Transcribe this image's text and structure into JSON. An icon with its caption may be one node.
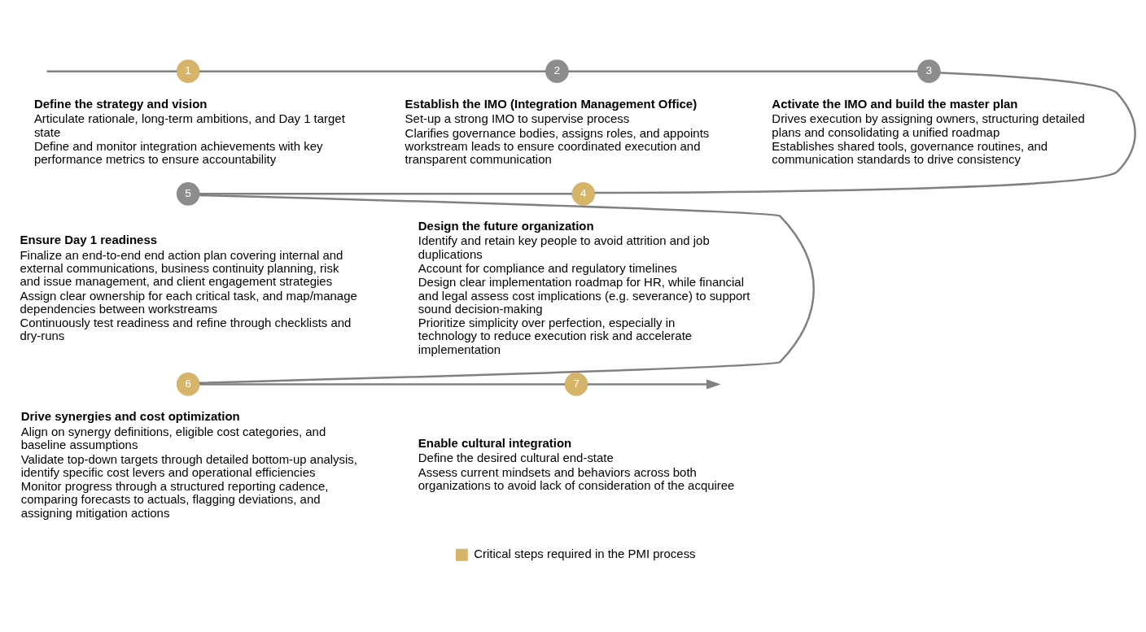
{
  "diagram": {
    "nodes": [
      {
        "text": [
          "1"
        ],
        "beside": [
          "Define the strategy and vision",
          "Articulate rationale, long-term ambitions, and Day 1 target state",
          "Define and monitor integration achievements with key performance metrics to ensure accountability"
        ]
      },
      {
        "text": [
          "2"
        ],
        "beside": [
          "Establish the IMO (Integration Management Office)",
          "Set-up a strong IMO to supervise process",
          "Clarifies governance bodies, assigns roles, and appoints workstream leads to ensure coordinated execution and transparent communication"
        ]
      },
      {
        "text": [
          "3"
        ],
        "beside": [
          "Activate the IMO and build the master plan",
          "Drives execution by assigning owners, structuring detailed plans and consolidating a unified roadmap",
          "Establishes shared tools, governance routines, and communication standards to drive consistency"
        ]
      },
      {
        "text": [
          "4"
        ],
        "beside": [
          "Design the future organization",
          "Identify and retain key people to avoid attrition and job duplications",
          "Account for compliance and regulatory timelines",
          "Design clear implementation roadmap for HR, while financial and legal assess cost implications (e.g. severance) to support sound decision-making",
          "Prioritize simplicity over perfection, especially in technology to reduce execution risk and accelerate implementation"
        ]
      },
      {
        "text": [
          "5"
        ],
        "beside": [
          "Ensure Day 1 readiness",
          "Finalize an end-to-end end action plan covering internal and external communications, business continuity planning, risk and issue management, and client engagement strategies",
          "Assign clear ownership for each critical task, and map/manage dependencies between workstreams",
          "Continuously test readiness and refine through checklists and dry-runs"
        ]
      },
      {
        "text": [
          "6"
        ],
        "beside": [
          "Drive synergies and cost optimization",
          "Align on synergy definitions, eligible cost categories, and baseline assumptions",
          "Validate top-down targets through detailed bottom-up analysis, identify specific cost levers and operational efficiencies",
          "Monitor progress through a structured reporting cadence, comparing forecasts to actuals, flagging deviations, and assigning mitigation actions"
        ]
      },
      {
        "text": [
          "7"
        ],
        "beside": [
          "Enable cultural integration",
          "Define the desired cultural end-state",
          "Assess current mindsets and behaviors across both organizations to avoid lack of consideration of the acquiree"
        ]
      }
    ],
    "edges": [
      {
        "from": null,
        "to": 0,
        "arrow": "none"
      },
      {
        "from": 0,
        "to": 1,
        "arrow": "none"
      },
      {
        "from": 1,
        "to": 2,
        "arrow": "none"
      },
      {
        "from": 2,
        "to": 3,
        "arrow": "none"
      },
      {
        "from": 3,
        "to": 4,
        "arrow": "none"
      },
      {
        "from": 4,
        "to": 5,
        "arrow": "none"
      },
      {
        "from": 5,
        "to": 6,
        "arrow": "none"
      },
      {
        "from": 6,
        "to": null,
        "arrow": "to"
      }
    ],
    "legend": [
      {
        "text": "Critical steps required in the PMI process",
        "color": "#d6b46a"
      }
    ]
  }
}
